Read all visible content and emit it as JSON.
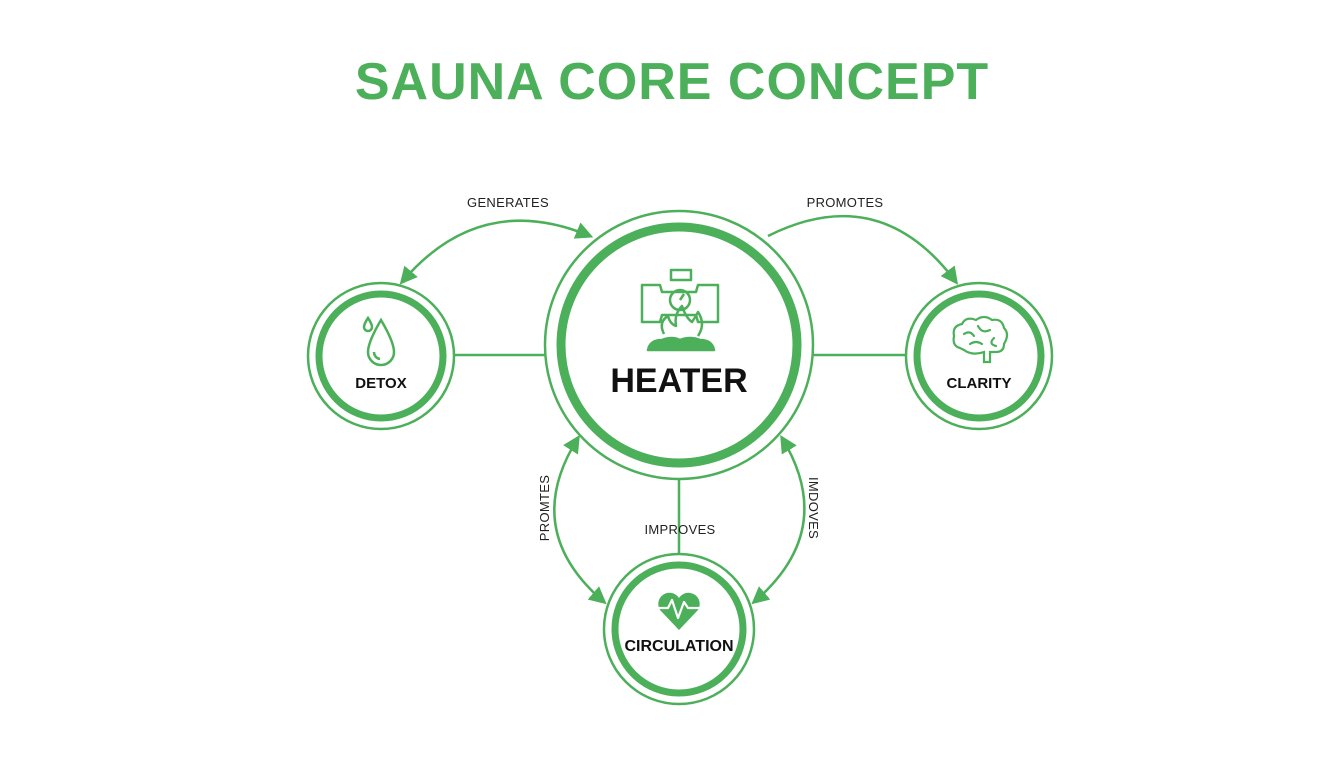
{
  "title": "SAUNA CORE CONCEPT",
  "colors": {
    "accent": "#4caf5a",
    "text": "#111111"
  },
  "nodes": {
    "heater": {
      "label": "HEATER",
      "icon": "heater-pipe-fire-icon"
    },
    "detox": {
      "label": "DETOX",
      "icon": "water-drop-icon"
    },
    "clarity": {
      "label": "CLARITY",
      "icon": "brain-icon"
    },
    "circulation": {
      "label": "CIRCULATION",
      "icon": "heart-pulse-icon"
    }
  },
  "edges": {
    "generates": "GENERATES",
    "promotes_top": "PROMOTES",
    "promotes_left": "PROMTES",
    "improves_center": "IMPROVES",
    "improves_right": "IMDOVES"
  }
}
